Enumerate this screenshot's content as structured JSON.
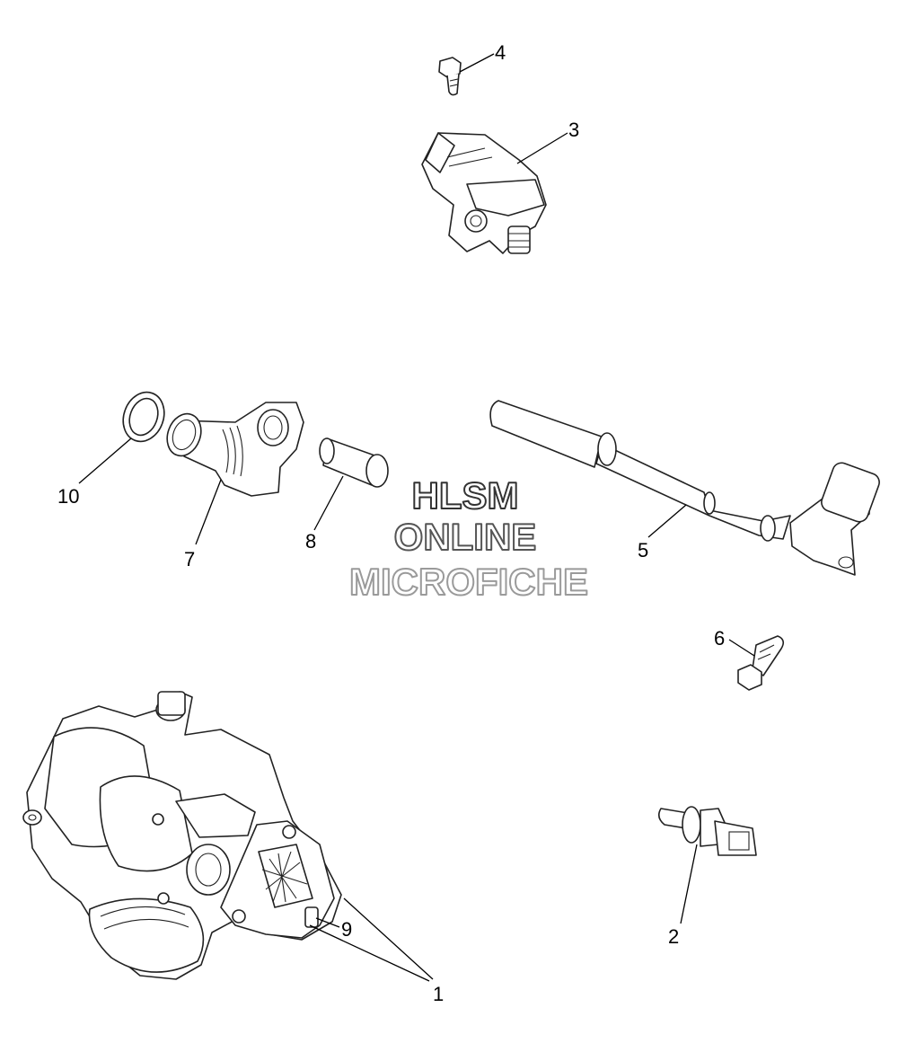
{
  "watermark": {
    "line1": "HLSM",
    "line2": "ONLINE",
    "line3": "MICROFICHE"
  },
  "callouts": [
    {
      "id": "callout-1",
      "label": "1"
    },
    {
      "id": "callout-2",
      "label": "2"
    },
    {
      "id": "callout-3",
      "label": "3"
    },
    {
      "id": "callout-4",
      "label": "4"
    },
    {
      "id": "callout-5",
      "label": "5"
    },
    {
      "id": "callout-6",
      "label": "6"
    },
    {
      "id": "callout-7",
      "label": "7"
    },
    {
      "id": "callout-8",
      "label": "8"
    },
    {
      "id": "callout-9",
      "label": "9"
    },
    {
      "id": "callout-10",
      "label": "10"
    }
  ],
  "colors": {
    "line": "#222222",
    "background": "#ffffff",
    "watermark_line1": "#333333",
    "watermark_line2": "#555555",
    "watermark_line3": "#9a9a9a"
  }
}
